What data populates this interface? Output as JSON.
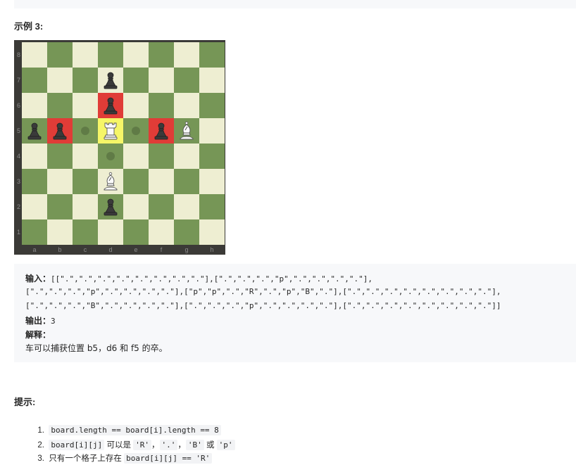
{
  "example": {
    "heading": "示例 3:"
  },
  "board": {
    "files": [
      "a",
      "b",
      "c",
      "d",
      "e",
      "f",
      "g",
      "h"
    ],
    "ranks": [
      "8",
      "7",
      "6",
      "5",
      "4",
      "3",
      "2",
      "1"
    ],
    "pieces": [
      {
        "square": "d7",
        "piece": "black-pawn"
      },
      {
        "square": "d6",
        "piece": "black-pawn",
        "highlight": "red"
      },
      {
        "square": "a5",
        "piece": "black-pawn"
      },
      {
        "square": "b5",
        "piece": "black-pawn",
        "highlight": "red"
      },
      {
        "square": "d5",
        "piece": "white-rook",
        "highlight": "yellow"
      },
      {
        "square": "f5",
        "piece": "black-pawn",
        "highlight": "red"
      },
      {
        "square": "g5",
        "piece": "white-bishop"
      },
      {
        "square": "d3",
        "piece": "white-bishop"
      },
      {
        "square": "d2",
        "piece": "black-pawn"
      }
    ],
    "move_dots": [
      "c5",
      "e5",
      "d4"
    ],
    "colors": {
      "light": "#eeeed2",
      "dark": "#769656",
      "capture": "#e03c37",
      "selected": "#f6f668"
    }
  },
  "io": {
    "input_label": "输入：",
    "input_line1": "[[\".\",\".\",\".\",\".\",\".\",\".\",\".\",\".\"],[\".\",\".\",\".\",\"p\",\".\",\".\",\".\",\".\"],",
    "input_line2": "[\".\",\".\",\".\",\"p\",\".\",\".\",\".\",\".\"],[\"p\",\"p\",\".\",\"R\",\".\",\"p\",\"B\",\".\"],[\".\",\".\",\".\",\".\",\".\",\".\",\".\",\".\"],",
    "input_line3": "[\".\",\".\",\".\",\"B\",\".\",\".\",\".\",\".\"],[\".\",\".\",\".\",\"p\",\".\",\".\",\".\",\".\"],[\".\",\".\",\".\",\".\",\".\",\".\",\".\",\".\"]]",
    "output_label": "输出：",
    "output_value": "3",
    "explain_label": "解释：",
    "explain_text": "车可以捕获位置 b5，d6 和 f5 的卒。"
  },
  "hints": {
    "heading": "提示:",
    "items": [
      {
        "num": "1.",
        "code1": "board.length == board[i].length == 8"
      },
      {
        "num": "2.",
        "code1": "board[i][j]",
        "text1": " 可以是 ",
        "code2": "'R'",
        "sep1": "，",
        "code3": "'.'",
        "sep2": "，",
        "code4": "'B'",
        "text2": " 或 ",
        "code5": "'p'"
      },
      {
        "num": "3.",
        "text1": "只有一个格子上存在 ",
        "code1": "board[i][j] == 'R'"
      }
    ]
  }
}
